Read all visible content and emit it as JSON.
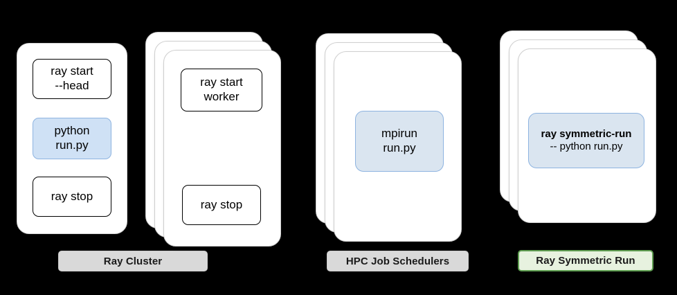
{
  "diagram": {
    "title": "Ray Symmetric Run comparison diagram",
    "background_color": "#000000",
    "accent_blue_fill": "#cfe1f5",
    "accent_blue_border": "#8db3e0",
    "accent_green_fill": "#e7f2df",
    "accent_green_border": "#5f9e51",
    "label_grey_fill": "#d9d9d9"
  },
  "groups": [
    {
      "id": "ray-cluster",
      "label": "Ray Cluster",
      "label_style": "grey",
      "cards": [
        {
          "id": "head-node",
          "stack_count": 1,
          "commands": [
            {
              "id": "ray-start-head",
              "style": "white",
              "lines": [
                "ray start",
                "--head"
              ]
            },
            {
              "id": "python-run-py",
              "style": "blue",
              "lines": [
                "python",
                "run.py"
              ]
            },
            {
              "id": "ray-stop-head",
              "style": "white",
              "lines": [
                "ray stop"
              ]
            }
          ]
        },
        {
          "id": "worker-nodes",
          "stack_count": 3,
          "commands": [
            {
              "id": "ray-start-worker",
              "style": "white",
              "lines": [
                "ray start",
                "worker"
              ]
            },
            {
              "id": "ray-stop-worker",
              "style": "white",
              "lines": [
                "ray stop"
              ]
            }
          ]
        }
      ]
    },
    {
      "id": "hpc-job-schedulers",
      "label": "HPC Job Schedulers",
      "label_style": "grey",
      "cards": [
        {
          "id": "hpc-nodes",
          "stack_count": 3,
          "commands": [
            {
              "id": "mpirun-run-py",
              "style": "blue-pale",
              "lines": [
                "mpirun",
                "run.py"
              ]
            }
          ]
        }
      ]
    },
    {
      "id": "ray-symmetric-run",
      "label": "Ray Symmetric Run",
      "label_style": "green",
      "cards": [
        {
          "id": "symmetric-nodes",
          "stack_count": 3,
          "commands": [
            {
              "id": "ray-symmetric-run-cmd",
              "style": "blue-pale",
              "lines": [
                "ray symmetric-run",
                "-- python run.py"
              ],
              "line_styles": [
                "bold",
                "sub"
              ]
            }
          ]
        }
      ]
    }
  ],
  "text": {
    "ray_start_head_l1": "ray start",
    "ray_start_head_l2": "--head",
    "python_l1": "python",
    "python_l2": "run.py",
    "ray_stop_head": "ray stop",
    "ray_start_worker_l1": "ray start",
    "ray_start_worker_l2": "worker",
    "ray_stop_worker": "ray stop",
    "mpirun_l1": "mpirun",
    "mpirun_l2": "run.py",
    "symmetric_l1": "ray symmetric-run",
    "symmetric_l2": "-- python run.py",
    "label_ray_cluster": "Ray Cluster",
    "label_hpc": "HPC Job Schedulers",
    "label_symmetric": "Ray Symmetric Run"
  }
}
